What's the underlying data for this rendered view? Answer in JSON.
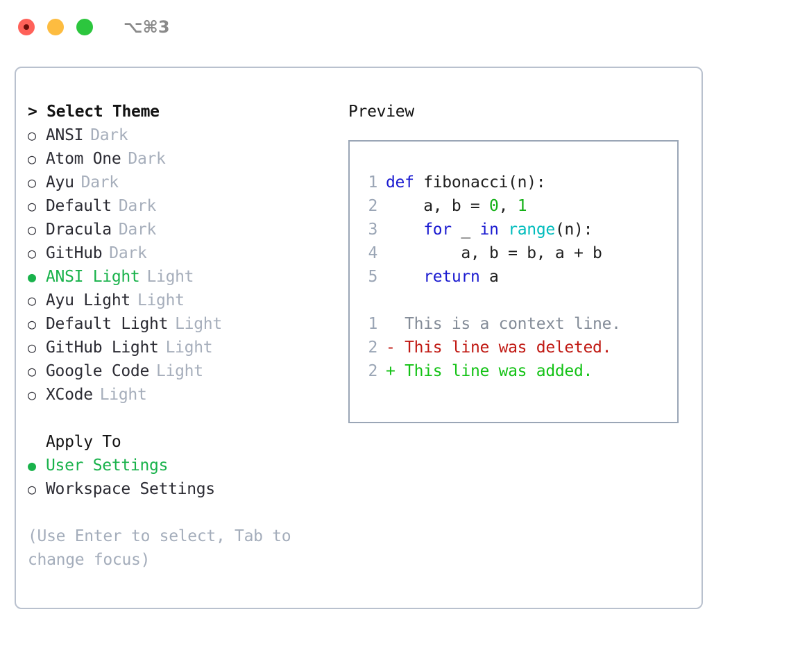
{
  "window": {
    "shortcut": "⌥⌘3",
    "traffic_lights": [
      {
        "name": "close-button",
        "color": "#FF6159"
      },
      {
        "name": "minimize-button",
        "color": "#FDBC40"
      },
      {
        "name": "maximize-button",
        "color": "#2CC63E"
      }
    ]
  },
  "theme_panel": {
    "header": "> Select Theme",
    "themes": [
      {
        "bullet": "○",
        "name": "ANSI",
        "tag": "Dark",
        "selected": false
      },
      {
        "bullet": "○",
        "name": "Atom One",
        "tag": "Dark",
        "selected": false
      },
      {
        "bullet": "○",
        "name": "Ayu",
        "tag": "Dark",
        "selected": false
      },
      {
        "bullet": "○",
        "name": "Default",
        "tag": "Dark",
        "selected": false
      },
      {
        "bullet": "○",
        "name": "Dracula",
        "tag": "Dark",
        "selected": false
      },
      {
        "bullet": "○",
        "name": "GitHub",
        "tag": "Dark",
        "selected": false
      },
      {
        "bullet": "●",
        "name": "ANSI Light",
        "tag": "Light",
        "selected": true
      },
      {
        "bullet": "○",
        "name": "Ayu Light",
        "tag": "Light",
        "selected": false
      },
      {
        "bullet": "○",
        "name": "Default Light",
        "tag": "Light",
        "selected": false
      },
      {
        "bullet": "○",
        "name": "GitHub Light",
        "tag": "Light",
        "selected": false
      },
      {
        "bullet": "○",
        "name": "Google Code",
        "tag": "Light",
        "selected": false
      },
      {
        "bullet": "○",
        "name": "XCode",
        "tag": "Light",
        "selected": false
      }
    ],
    "apply_to_header": "Apply To",
    "apply_to": [
      {
        "bullet": "●",
        "name": "User Settings",
        "selected": true
      },
      {
        "bullet": "○",
        "name": "Workspace Settings",
        "selected": false
      }
    ],
    "hint": "(Use Enter to select, Tab to change focus)"
  },
  "preview": {
    "header": "Preview",
    "code_lines": [
      {
        "n": "1",
        "tokens": [
          {
            "t": "def ",
            "c": "kw"
          },
          {
            "t": "fibonacci(n):",
            "c": "fn"
          }
        ]
      },
      {
        "n": "2",
        "tokens": [
          {
            "t": "    a, b = ",
            "c": "pl"
          },
          {
            "t": "0",
            "c": "num"
          },
          {
            "t": ", ",
            "c": "pl"
          },
          {
            "t": "1",
            "c": "num"
          }
        ]
      },
      {
        "n": "3",
        "tokens": [
          {
            "t": "    ",
            "c": "pl"
          },
          {
            "t": "for",
            "c": "kw"
          },
          {
            "t": " _ ",
            "c": "pl"
          },
          {
            "t": "in",
            "c": "kw"
          },
          {
            "t": " ",
            "c": "pl"
          },
          {
            "t": "range",
            "c": "bi"
          },
          {
            "t": "(n):",
            "c": "pl"
          }
        ]
      },
      {
        "n": "4",
        "tokens": [
          {
            "t": "        a, b = b, a + b",
            "c": "pl"
          }
        ]
      },
      {
        "n": "5",
        "tokens": [
          {
            "t": "    ",
            "c": "pl"
          },
          {
            "t": "return",
            "c": "kw"
          },
          {
            "t": " a",
            "c": "pl"
          }
        ]
      }
    ],
    "diff_lines": [
      {
        "n": "1",
        "marker": "  ",
        "text": "This is a context line.",
        "kind": "ctx"
      },
      {
        "n": "2",
        "marker": "- ",
        "text": "This line was deleted.",
        "kind": "del"
      },
      {
        "n": "2",
        "marker": "+ ",
        "text": "This line was added.",
        "kind": "add"
      }
    ]
  },
  "colors": {
    "accent_green": "#19b24b",
    "muted": "#a6aebb",
    "border": "#b9c1ce",
    "preview_border": "#9aa6b6",
    "keyword": "#1a1ad0",
    "number": "#13b016",
    "builtin": "#00bcbc",
    "diff_add": "#13c215",
    "diff_del": "#c01812"
  }
}
